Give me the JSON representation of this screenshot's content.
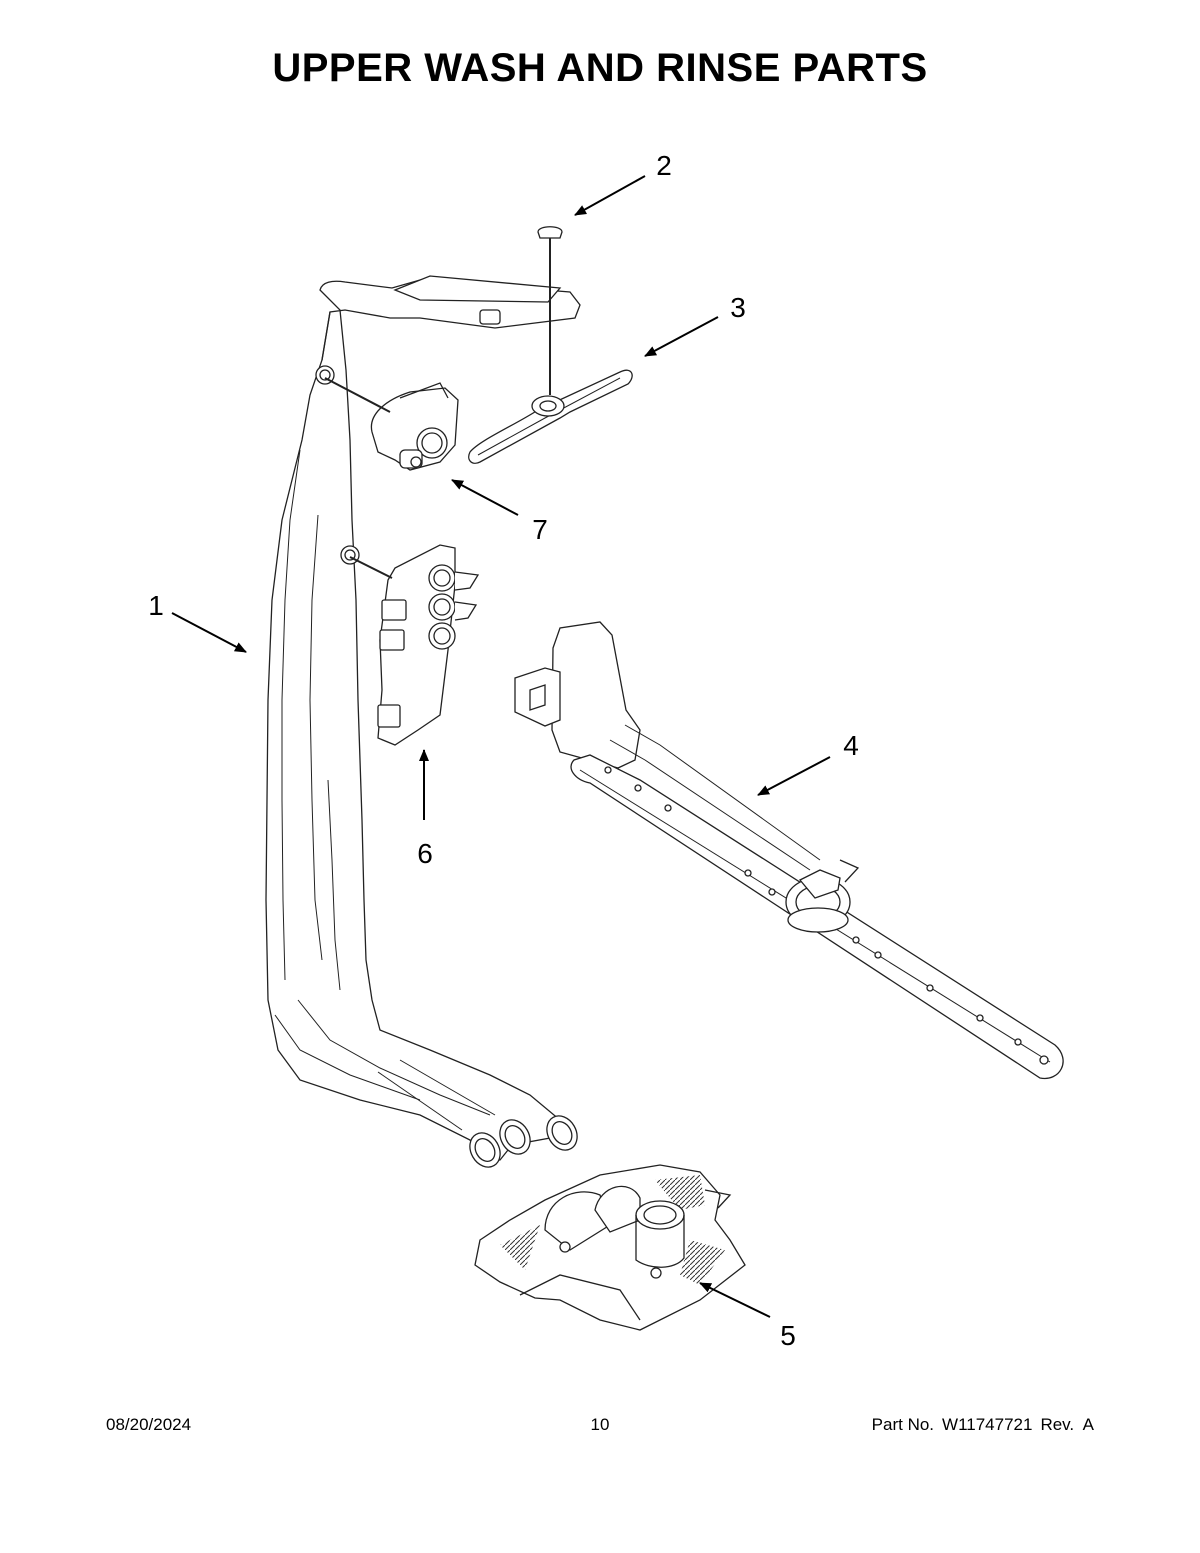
{
  "title": "UPPER WASH AND RINSE PARTS",
  "callouts": {
    "c1": "1",
    "c2": "2",
    "c3": "3",
    "c4": "4",
    "c5": "5",
    "c6": "6",
    "c7": "7"
  },
  "footer": {
    "date": "08/20/2024",
    "page": "10",
    "part_label": "Part No.",
    "part_number": "W11747721",
    "rev": "Rev.  A"
  }
}
